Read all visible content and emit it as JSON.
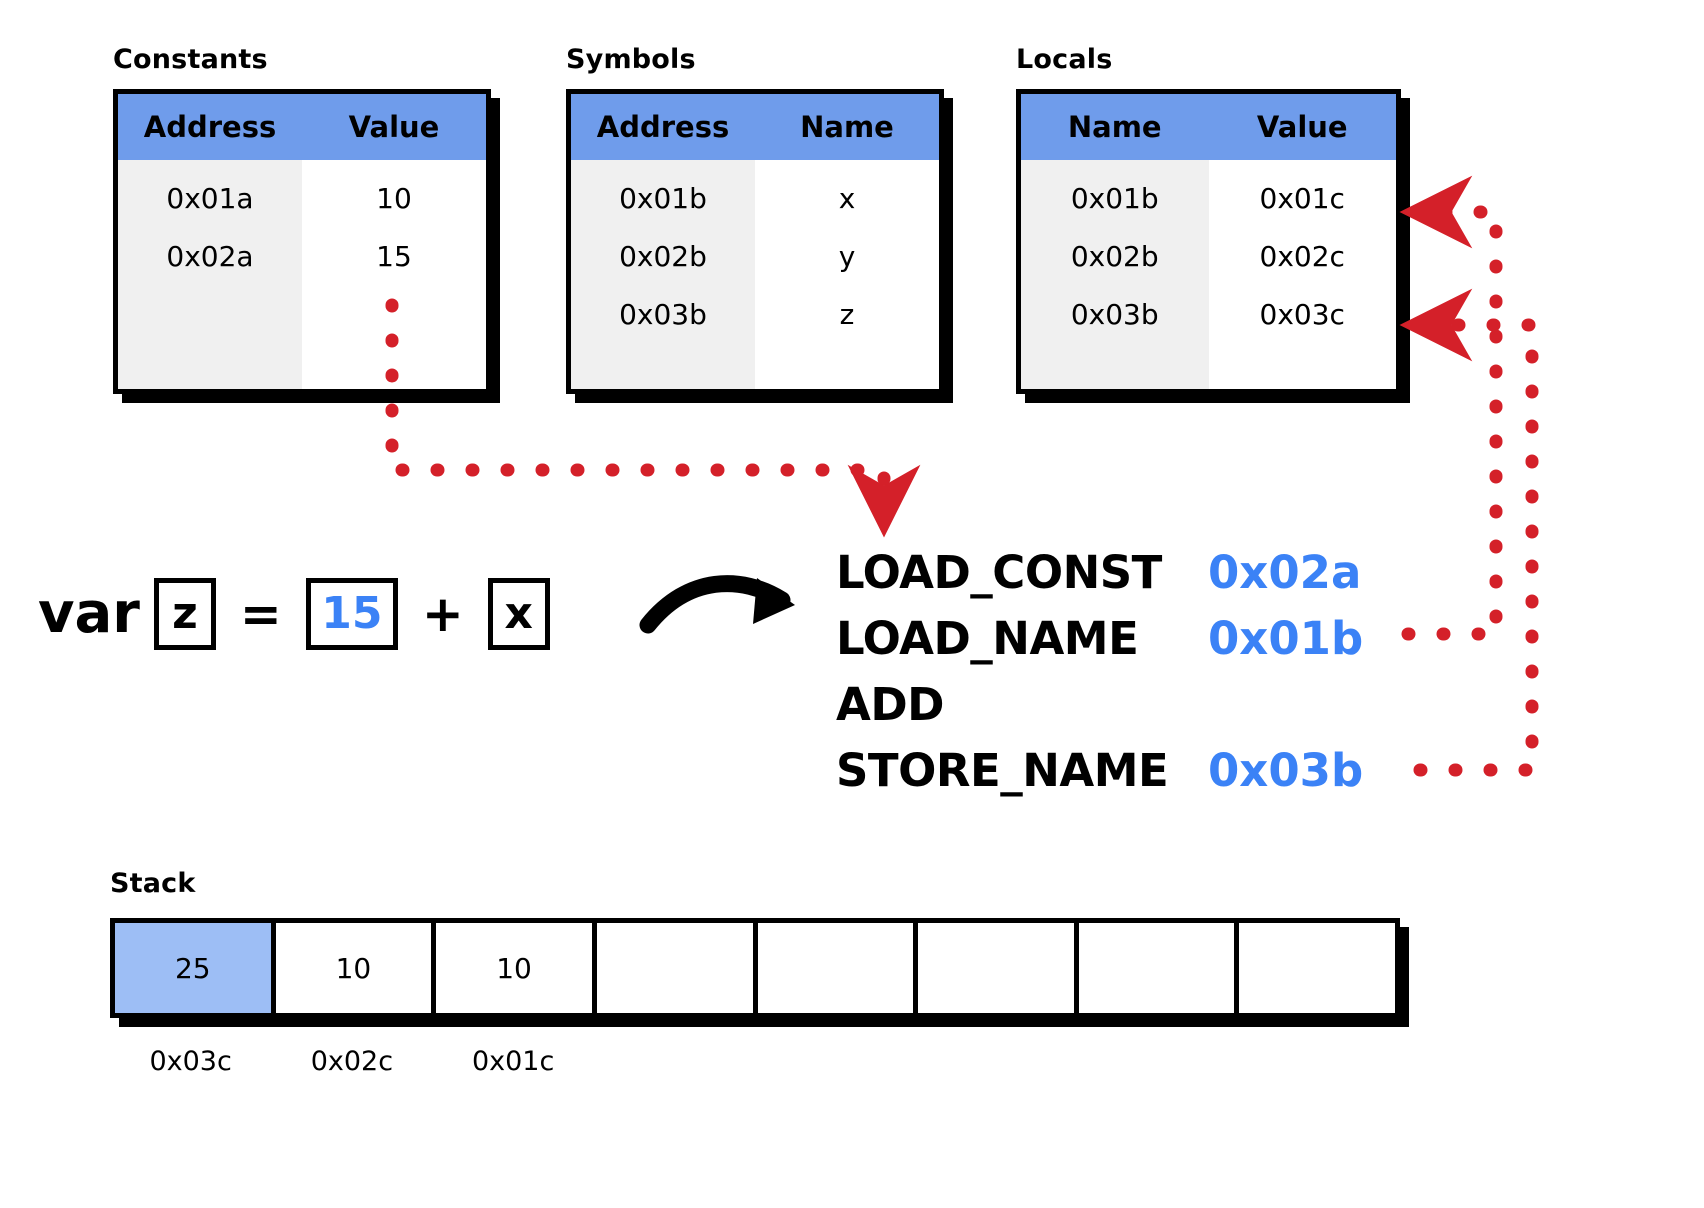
{
  "diagram": {
    "title_colors": {
      "header_blue": "#6f9ceb",
      "accent_blue": "#3b82f6",
      "arrow_red": "#d42029",
      "highlight_blue": "#9dbef5",
      "row_gray": "#f0f0f0"
    }
  },
  "constants_table": {
    "caption": "Constants",
    "columns": [
      "Address",
      "Value"
    ],
    "rows": [
      {
        "address": "0x01a",
        "value": "10"
      },
      {
        "address": "0x02a",
        "value": "15"
      }
    ]
  },
  "symbols_table": {
    "caption": "Symbols",
    "columns": [
      "Address",
      "Name"
    ],
    "rows": [
      {
        "address": "0x01b",
        "name": "x"
      },
      {
        "address": "0x02b",
        "name": "y"
      },
      {
        "address": "0x03b",
        "name": "z"
      }
    ]
  },
  "locals_table": {
    "caption": "Locals",
    "columns": [
      "Name",
      "Value"
    ],
    "rows": [
      {
        "name": "0x01b",
        "value": "0x01c"
      },
      {
        "name": "0x02b",
        "value": "0x02c"
      },
      {
        "name": "0x03b",
        "value": "0x03c"
      }
    ]
  },
  "expression": {
    "keyword": "var",
    "target": "z",
    "equals": "=",
    "literal": "15",
    "plus": "+",
    "operand": "x"
  },
  "bytecode": {
    "instructions": [
      {
        "op": "LOAD_CONST",
        "arg": "0x02a"
      },
      {
        "op": "LOAD_NAME",
        "arg": "0x01b"
      },
      {
        "op": "ADD",
        "arg": ""
      },
      {
        "op": "STORE_NAME",
        "arg": "0x03b"
      }
    ]
  },
  "stack": {
    "caption": "Stack",
    "cells": [
      {
        "value": "25",
        "highlighted": true
      },
      {
        "value": "10",
        "highlighted": false
      },
      {
        "value": "10",
        "highlighted": false
      },
      {
        "value": "",
        "highlighted": false
      },
      {
        "value": "",
        "highlighted": false
      },
      {
        "value": "",
        "highlighted": false
      },
      {
        "value": "",
        "highlighted": false
      },
      {
        "value": "",
        "highlighted": false
      }
    ],
    "labels": [
      "0x03c",
      "0x02c",
      "0x01c"
    ]
  }
}
